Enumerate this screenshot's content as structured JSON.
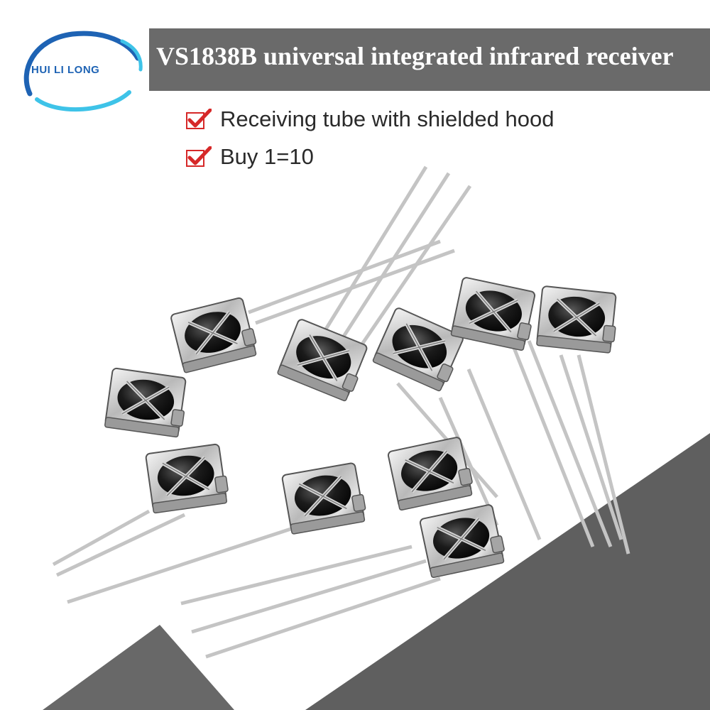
{
  "brand": {
    "logo_text": "HUI LI LONG"
  },
  "banner": {
    "title": "VS1838B universal integrated infrared receiver"
  },
  "features": [
    {
      "icon": "checkmark-icon",
      "label": "Receiving tube with shielded hood"
    },
    {
      "icon": "checkmark-icon",
      "label": "Buy 1=10"
    }
  ],
  "photo": {
    "subject": "infrared receiver components",
    "count": 10
  },
  "colors": {
    "banner": "#6a6a6a",
    "accent": "#d62828",
    "logo": "#1e63b4",
    "floor": "#5e5e5e"
  }
}
